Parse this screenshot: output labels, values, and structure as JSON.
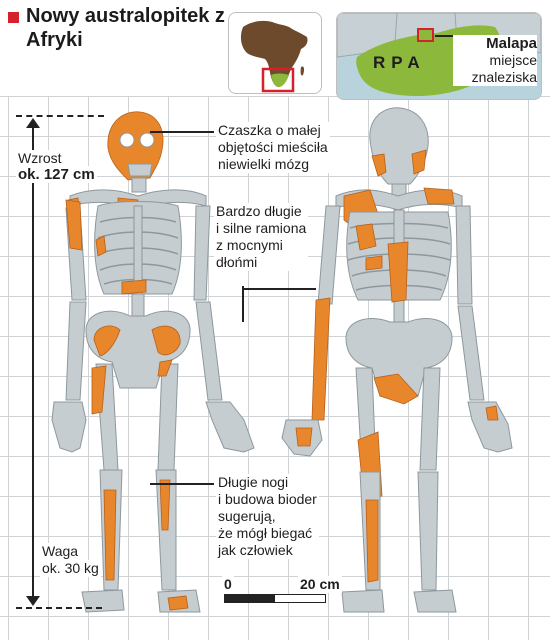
{
  "title": "Nowy australopitek z Afryki",
  "colors": {
    "accent": "#d6202c",
    "bone": "#c6cdd0",
    "found_bone": "#e8862b",
    "south_africa": "#8cb83c",
    "map_water": "#b9d3dc"
  },
  "map_africa": {
    "continent_label": ""
  },
  "map_rpa": {
    "country_label": "RPA",
    "place_name": "Malapa",
    "place_note_line1": "miejsce",
    "place_note_line2": "znaleziska"
  },
  "height": {
    "label": "Wzrost",
    "value": "ok. 127 cm"
  },
  "weight": {
    "label": "Waga",
    "value": "ok. 30 kg"
  },
  "annotations": {
    "skull": [
      "Czaszka o małej",
      "objętości mieściła",
      "niewielki mózg"
    ],
    "arms": [
      "Bardzo długie",
      "i silne ramiona",
      "z mocnymi",
      "dłońmi"
    ],
    "legs": [
      "Długie nogi",
      "i budowa bioder",
      "sugerują,",
      "że mógł biegać",
      "jak człowiek"
    ]
  },
  "scale_bar": {
    "start": "0",
    "end": "20 cm"
  }
}
